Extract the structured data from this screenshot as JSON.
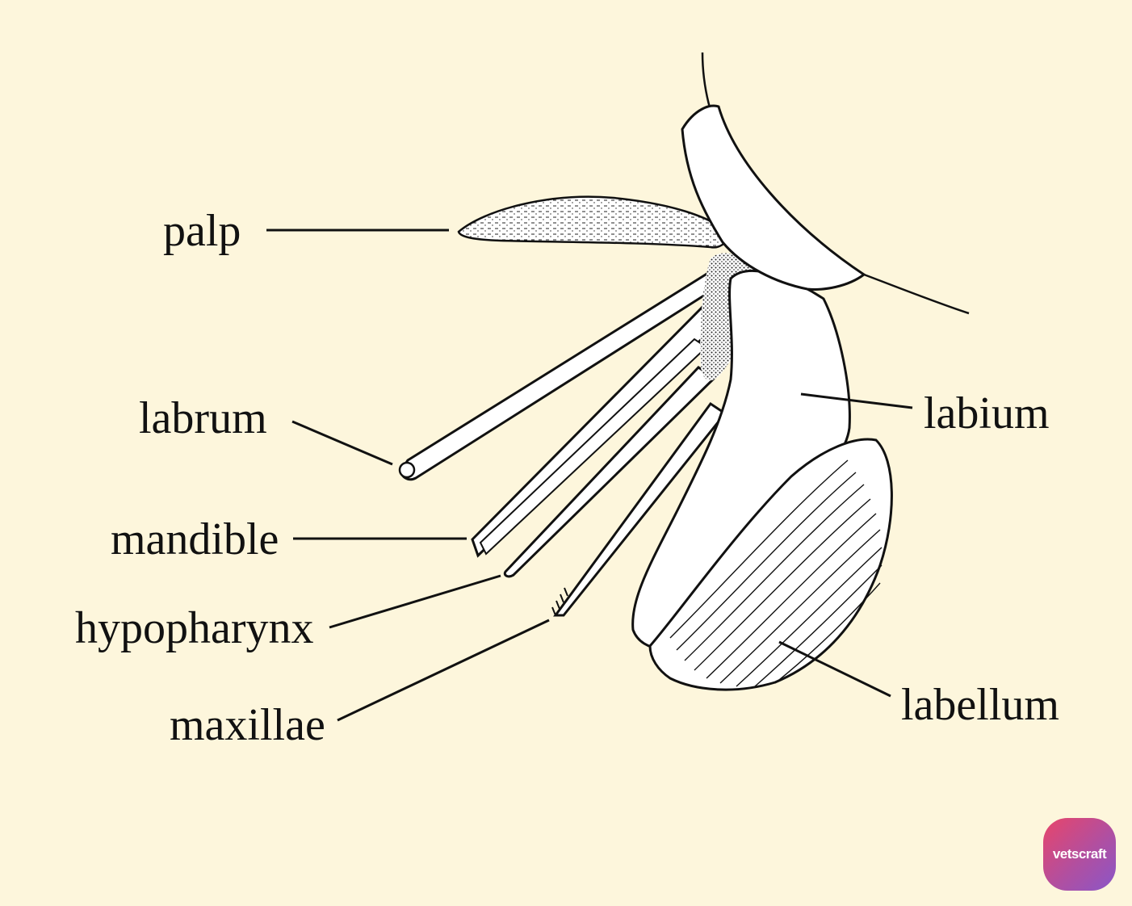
{
  "labels": {
    "palp": "palp",
    "labrum": "labrum",
    "mandible": "mandible",
    "hypopharynx": "hypopharynx",
    "maxillae": "maxillae",
    "labium": "labium",
    "labellum": "labellum"
  },
  "logo": {
    "text": "vetscraft"
  },
  "colors": {
    "background": "#fdf6dc",
    "ink": "#111111",
    "fill": "#ffffff",
    "logo_start": "#e8456a",
    "logo_end": "#8a56c8"
  }
}
